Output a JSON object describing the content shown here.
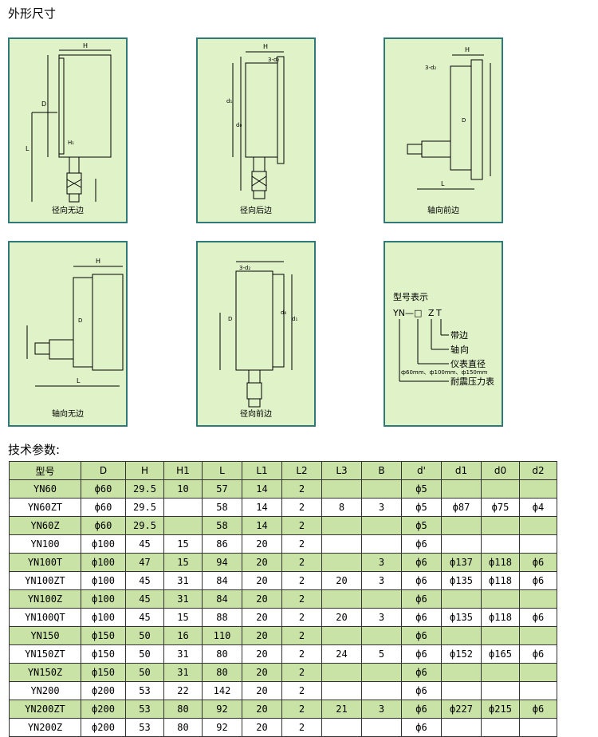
{
  "sections": {
    "dimensions_title": "外形尺寸",
    "params_title": "技术参数:"
  },
  "diagrams": {
    "radial_no_flange": "径向无边",
    "radial_back_flange": "径向后边",
    "axial_front_flange": "轴向前边",
    "axial_no_flange": "轴向无边",
    "radial_front_flange": "径向前边"
  },
  "model_legend": {
    "title": "型号表示",
    "code_prefix": "YN—",
    "code_box": "□",
    "code_z": "Z",
    "code_t": "T",
    "flange": "带边",
    "axial": "向",
    "axial_prefix": "轴",
    "diameter": "仪表直径",
    "diameter_options": "ф60mm、ф100mm、ф150mm",
    "type": "耐震压力表"
  },
  "table": {
    "headers": [
      "型号",
      "D",
      "H",
      "H1",
      "L",
      "L1",
      "L2",
      "L3",
      "B",
      "d'",
      "d1",
      "d0",
      "d2"
    ],
    "rows": [
      [
        "YN60",
        "ф60",
        "29.5",
        "10",
        "57",
        "14",
        "2",
        "",
        "",
        "ф5",
        "",
        "",
        ""
      ],
      [
        "YN60ZT",
        "ф60",
        "29.5",
        "",
        "58",
        "14",
        "2",
        "8",
        "3",
        "ф5",
        "ф87",
        "ф75",
        "ф4"
      ],
      [
        "YN60Z",
        "ф60",
        "29.5",
        "",
        "58",
        "14",
        "2",
        "",
        "",
        "ф5",
        "",
        "",
        ""
      ],
      [
        "YN100",
        "ф100",
        "45",
        "15",
        "86",
        "20",
        "2",
        "",
        "",
        "ф6",
        "",
        "",
        ""
      ],
      [
        "YN100T",
        "ф100",
        "47",
        "15",
        "94",
        "20",
        "2",
        "",
        "3",
        "ф6",
        "ф137",
        "ф118",
        "ф6"
      ],
      [
        "YN100ZT",
        "ф100",
        "45",
        "31",
        "84",
        "20",
        "2",
        "20",
        "3",
        "ф6",
        "ф135",
        "ф118",
        "ф6"
      ],
      [
        "YN100Z",
        "ф100",
        "45",
        "31",
        "84",
        "20",
        "2",
        "",
        "",
        "ф6",
        "",
        "",
        ""
      ],
      [
        "YN100QT",
        "ф100",
        "45",
        "15",
        "88",
        "20",
        "2",
        "20",
        "3",
        "ф6",
        "ф135",
        "ф118",
        "ф6"
      ],
      [
        "YN150",
        "ф150",
        "50",
        "16",
        "110",
        "20",
        "2",
        "",
        "",
        "ф6",
        "",
        "",
        ""
      ],
      [
        "YN150ZT",
        "ф150",
        "50",
        "31",
        "80",
        "20",
        "2",
        "24",
        "5",
        "ф6",
        "ф152",
        "ф165",
        "ф6"
      ],
      [
        "YN150Z",
        "ф150",
        "50",
        "31",
        "80",
        "20",
        "2",
        "",
        "",
        "ф6",
        "",
        "",
        ""
      ],
      [
        "YN200",
        "ф200",
        "53",
        "22",
        "142",
        "20",
        "2",
        "",
        "",
        "ф6",
        "",
        "",
        ""
      ],
      [
        "YN200ZT",
        "ф200",
        "53",
        "80",
        "92",
        "20",
        "2",
        "21",
        "3",
        "ф6",
        "ф227",
        "ф215",
        "ф6"
      ],
      [
        "YN200Z",
        "ф200",
        "53",
        "80",
        "92",
        "20",
        "2",
        "",
        "",
        "ф6",
        "",
        "",
        ""
      ]
    ]
  }
}
